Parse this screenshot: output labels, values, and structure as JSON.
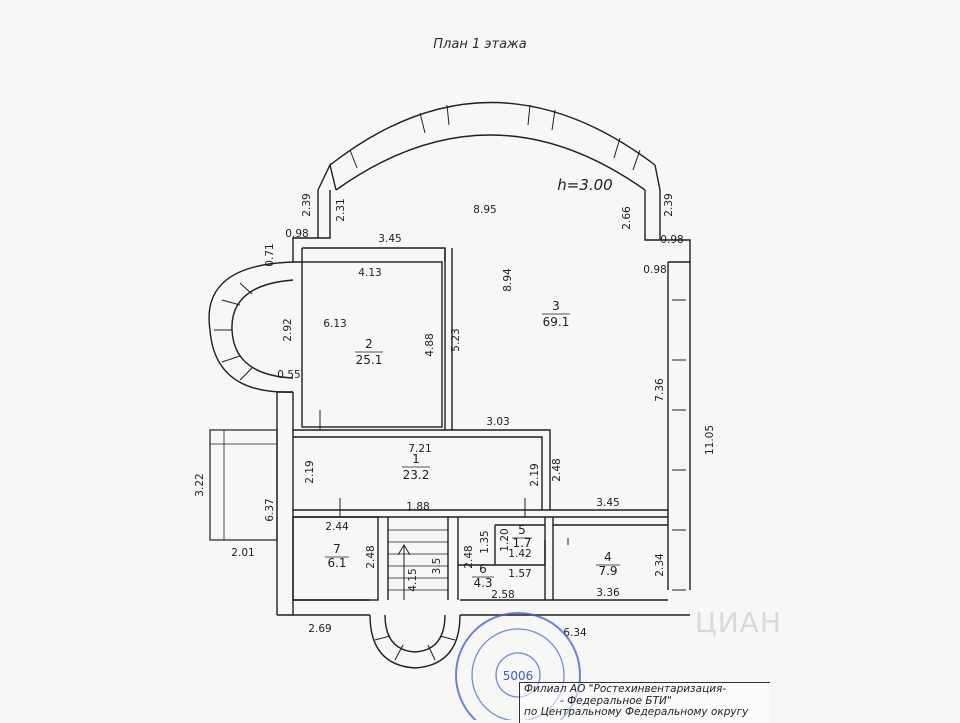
{
  "title": "План 1 этажа",
  "height_note": "h=3.00",
  "rooms": [
    {
      "number": "1",
      "area": "23.2"
    },
    {
      "number": "2",
      "area": "25.1"
    },
    {
      "number": "3",
      "area": "69.1"
    },
    {
      "number": "4",
      "area": "7.9"
    },
    {
      "number": "5",
      "area": "1.7"
    },
    {
      "number": "6",
      "area": "4.3"
    },
    {
      "number": "7",
      "area": "6.1"
    }
  ],
  "dimensions": {
    "d_895": "8.95",
    "d_894": "8.94",
    "d_239_left": "2.39",
    "d_231": "2.31",
    "d_266": "2.66",
    "d_239_right": "2.39",
    "d_098_a": "0.98",
    "d_098_b": "0.98",
    "d_098_c": "0.98",
    "d_071": "0.71",
    "d_345_top": "3.45",
    "d_413": "4.13",
    "d_292": "2.92",
    "d_613": "6.13",
    "d_488": "4.88",
    "d_523": "5.23",
    "d_055": "0.55",
    "d_736": "7.36",
    "d_1105": "11.05",
    "d_303": "3.03",
    "d_721": "7.21",
    "d_219_a": "2.19",
    "d_219_b": "2.19",
    "d_248_a": "2.48",
    "d_345_mid": "3.45",
    "d_322": "3.22",
    "d_637": "6.37",
    "d_188": "1.88",
    "d_244": "2.44",
    "d_248_b": "2.48",
    "d_415": "4.15",
    "d_35": "3.5",
    "d_248_c": "2.48",
    "d_135": "1.35",
    "d_120": "1.20",
    "d_142": "1.42",
    "d_157": "1.57",
    "d_234": "2.34",
    "d_336": "3.36",
    "d_201": "2.01",
    "d_258": "2.58",
    "d_269": "2.69",
    "d_634": "6.34"
  },
  "stamp": {
    "line1": "Филиал АО \"Ростехинвентаризация-",
    "line2": "- Федеральное БТИ\"",
    "line3": "по Центральному Федеральному округу",
    "seal_text": "5006"
  },
  "watermark": "ЦИАН",
  "colors": {
    "ink": "#1e1e1e",
    "seal": "#3b5bd0",
    "paper": "#f7f7f5"
  }
}
